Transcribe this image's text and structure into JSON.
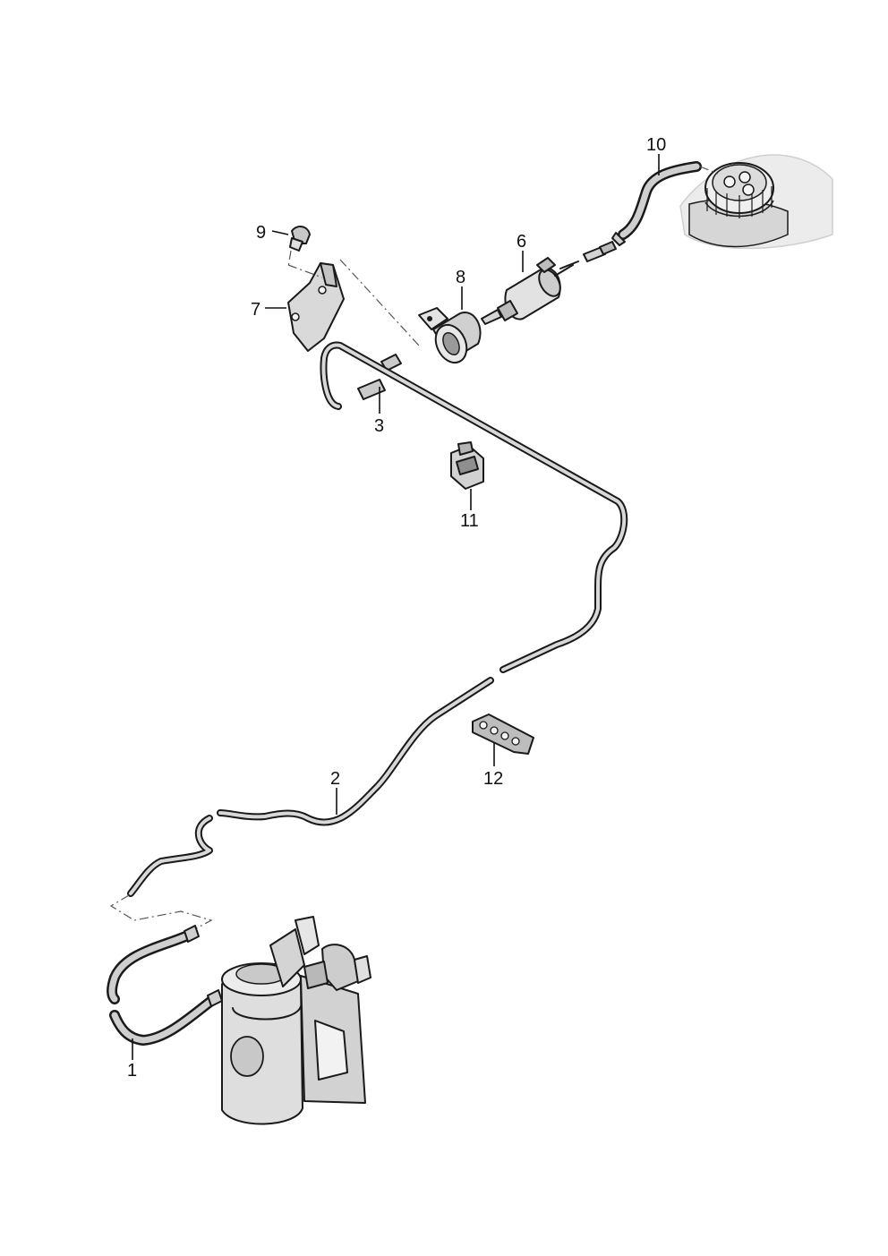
{
  "callouts": {
    "c1": "1",
    "c2": "2",
    "c3": "3",
    "c6": "6",
    "c7": "7",
    "c8": "8",
    "c9": "9",
    "c10": "10",
    "c11": "11",
    "c12": "12"
  },
  "colors": {
    "line": "#1a1a1a",
    "fill_light": "#e6e6e6",
    "fill_mid": "#bdbdbd",
    "fill_dark": "#8a8a8a",
    "background": "#ffffff"
  }
}
